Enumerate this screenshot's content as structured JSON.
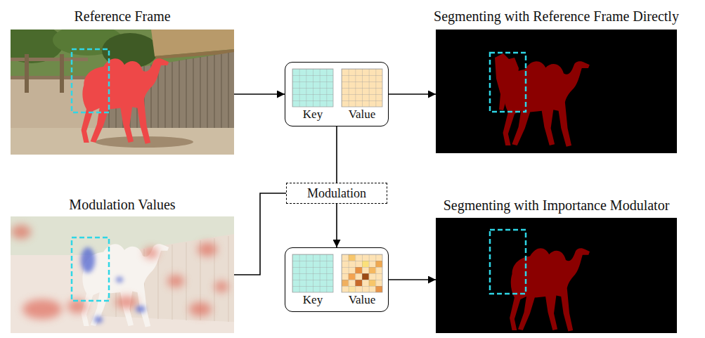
{
  "diagram": {
    "nodes": [
      {
        "text": [
          "Reference Frame"
        ]
      },
      {
        "text": [
          "Key",
          "Value"
        ]
      },
      {
        "text": [
          "Segmenting with Reference Frame Directly"
        ]
      },
      {
        "text": [
          "Modulation"
        ]
      },
      {
        "text": [
          "Modulation Values"
        ]
      },
      {
        "text": [
          "Key",
          "Value"
        ]
      },
      {
        "text": [
          "Segmenting with Importance Modulator"
        ]
      }
    ],
    "edges": [
      {
        "from": 0,
        "to": 1,
        "arrow": "to"
      },
      {
        "from": 1,
        "to": 2,
        "arrow": "to"
      },
      {
        "from": 1,
        "to": 3,
        "arrow": "none"
      },
      {
        "from": 4,
        "to": 3,
        "arrow": "none"
      },
      {
        "from": 3,
        "to": 5,
        "arrow": "to"
      },
      {
        "from": 5,
        "to": 6,
        "arrow": "to"
      }
    ]
  }
}
